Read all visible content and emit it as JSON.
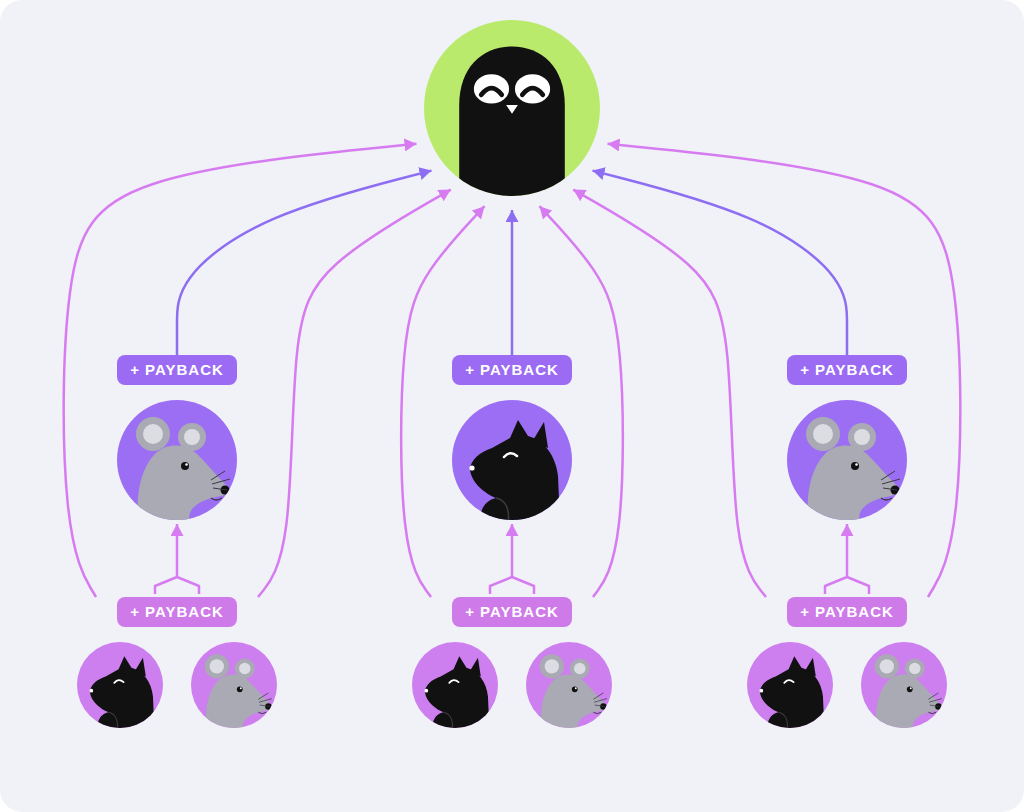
{
  "diagram": {
    "nodes": [
      {
        "text": []
      },
      {
        "text": [
          "+ PAYBACK"
        ]
      },
      {
        "text": [
          "+ PAYBACK"
        ]
      },
      {
        "text": [
          "+ PAYBACK"
        ]
      },
      {
        "text": [
          "+ PAYBACK"
        ]
      },
      {
        "text": [
          "+ PAYBACK"
        ]
      },
      {
        "text": [
          "+ PAYBACK"
        ]
      }
    ],
    "edges": [
      {
        "from": 1,
        "to": 0,
        "arrow": "to"
      },
      {
        "from": 2,
        "to": 0,
        "arrow": "to"
      },
      {
        "from": 3,
        "to": 0,
        "arrow": "to"
      },
      {
        "from": 4,
        "to": 1,
        "arrow": "to"
      },
      {
        "from": 4,
        "to": 0,
        "arrow": "to"
      },
      {
        "from": 4,
        "to": 0,
        "arrow": "to"
      },
      {
        "from": 5,
        "to": 2,
        "arrow": "to"
      },
      {
        "from": 5,
        "to": 0,
        "arrow": "to"
      },
      {
        "from": 5,
        "to": 0,
        "arrow": "to"
      },
      {
        "from": 6,
        "to": 3,
        "arrow": "to"
      },
      {
        "from": 6,
        "to": 0,
        "arrow": "to"
      },
      {
        "from": 6,
        "to": 0,
        "arrow": "to"
      }
    ]
  }
}
